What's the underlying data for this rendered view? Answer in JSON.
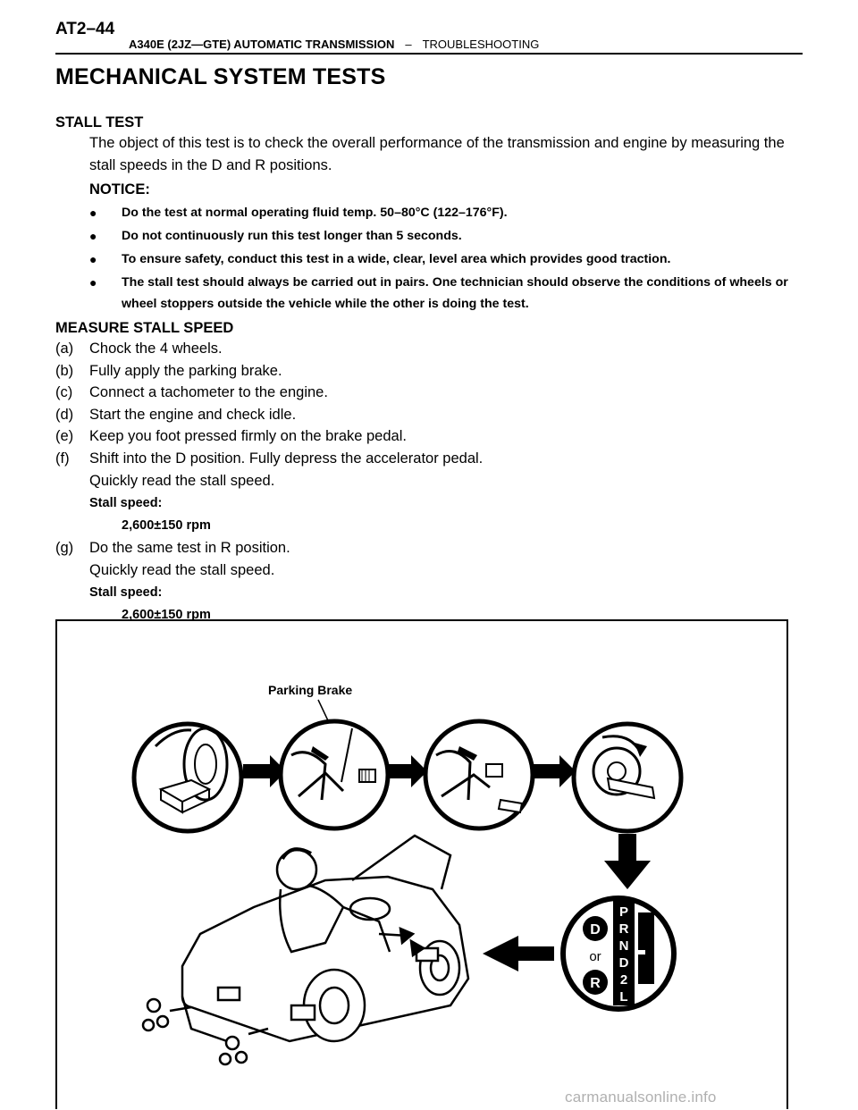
{
  "header": {
    "page_number": "AT2–44",
    "model": "A340E (2JZ—GTE) AUTOMATIC TRANSMISSION",
    "separator": "–",
    "section": "TROUBLESHOOTING"
  },
  "title": "MECHANICAL SYSTEM TESTS",
  "stall_test": {
    "heading": "STALL TEST",
    "description": "The object of this test is to check the overall performance of the transmission and engine by measuring the stall speeds in the D and R positions.",
    "notice_label": "NOTICE:",
    "notices": [
      "Do the test at normal operating fluid temp. 50–80°C (122–176°F).",
      "Do not continuously run this test longer than 5 seconds.",
      "To ensure safety, conduct this test in a wide, clear, level area which provides good traction.",
      "The stall test should always be carried out in pairs. One technician should observe the conditions of wheels or wheel stoppers outside the vehicle while the other is doing the test."
    ]
  },
  "measure": {
    "heading": "MEASURE STALL SPEED",
    "steps": [
      {
        "label": "(a)",
        "text": "Chock the 4 wheels."
      },
      {
        "label": "(b)",
        "text": "Fully apply the parking brake."
      },
      {
        "label": "(c)",
        "text": "Connect a tachometer to the engine."
      },
      {
        "label": "(d)",
        "text": "Start the engine and check idle."
      },
      {
        "label": "(e)",
        "text": "Keep you foot pressed firmly on the brake pedal."
      },
      {
        "label": "(f)",
        "text": "Shift into the D position. Fully depress the accelerator pedal.",
        "text2": "Quickly read the stall speed.",
        "spec_label": "Stall speed:",
        "spec_value": "2,600±150 rpm"
      },
      {
        "label": "(g)",
        "text": "Do the same test in R position.",
        "text2": "Quickly read the stall speed.",
        "spec_label": "Stall speed:",
        "spec_value": "2,600±150 rpm"
      }
    ]
  },
  "figure": {
    "callout": "Parking Brake",
    "gear_letters": [
      "P",
      "R",
      "N",
      "D",
      "2",
      "L"
    ],
    "selected_d": "D",
    "or_text": "or",
    "selected_r": "R"
  },
  "watermark": "carmanualsonline.info"
}
